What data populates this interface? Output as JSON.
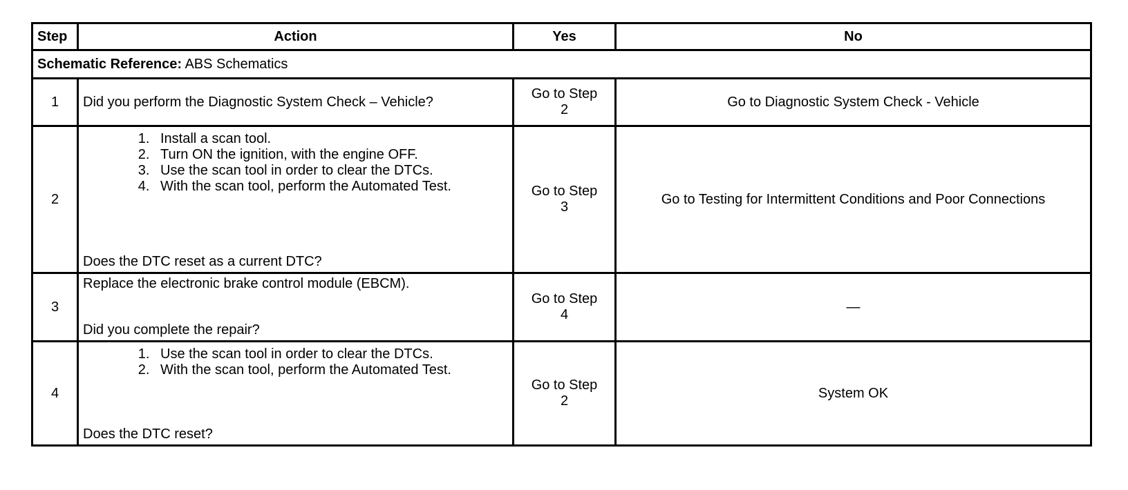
{
  "table": {
    "headers": {
      "step": "Step",
      "action": "Action",
      "yes": "Yes",
      "no": "No"
    },
    "reference": {
      "label": "Schematic Reference:",
      "value": "ABS Schematics"
    },
    "rows": [
      {
        "step": "1",
        "question": "Did you perform the Diagnostic System Check – Vehicle?",
        "yes": "Go to Step 2",
        "no": "Go to Diagnostic System Check - Vehicle"
      },
      {
        "step": "2",
        "instructions": [
          "Install a scan tool.",
          "Turn ON the ignition, with the engine OFF.",
          "Use the scan tool in order to clear the DTCs.",
          "With the scan tool, perform the Automated Test."
        ],
        "question": "Does the DTC reset as a current DTC?",
        "yes": "Go to Step 3",
        "no": "Go to Testing for Intermittent Conditions and Poor Connections"
      },
      {
        "step": "3",
        "instruction_text": "Replace the electronic brake control module (EBCM).",
        "question": "Did you complete the repair?",
        "yes": "Go to Step 4",
        "no": "—"
      },
      {
        "step": "4",
        "instructions": [
          "Use the scan tool in order to clear the DTCs.",
          "With the scan tool, perform the Automated Test."
        ],
        "question": "Does the DTC reset?",
        "yes": "Go to Step 2",
        "no": "System OK"
      }
    ]
  }
}
